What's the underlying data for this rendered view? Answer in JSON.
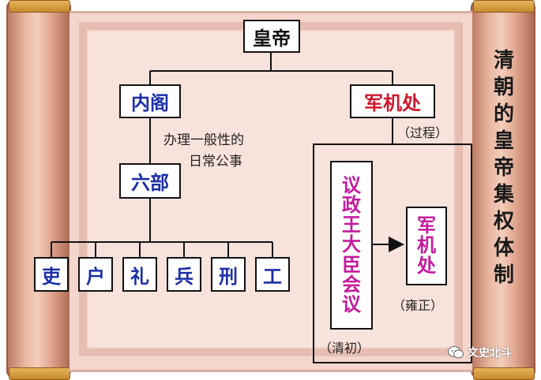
{
  "nodes": {
    "emperor": "皇帝",
    "grand_secretariat": "内阁",
    "grand_council_top": "军机处",
    "six_ministries": "六部",
    "ministries": [
      "吏",
      "户",
      "礼",
      "兵",
      "刑",
      "工"
    ],
    "deliberative_council": [
      "议",
      "政",
      "王",
      "大",
      "臣",
      "会",
      "议"
    ],
    "grand_council_inner": [
      "军",
      "机",
      "处"
    ]
  },
  "annotations": {
    "routine_line1": "办理一般性的",
    "routine_line2": "日常公事",
    "process": "（过程）",
    "yongzheng": "（雍正）",
    "early_qing": "（清初）"
  },
  "title": [
    "清",
    "朝",
    "的",
    "皇",
    "帝",
    "集",
    "权",
    "体",
    "制"
  ],
  "watermark": "文史北斗",
  "colors": {
    "blue_text": "#1c2fa8",
    "red_text": "#d0162b",
    "magenta_text": "#c41a9e",
    "paper": "#f4d6cd"
  }
}
